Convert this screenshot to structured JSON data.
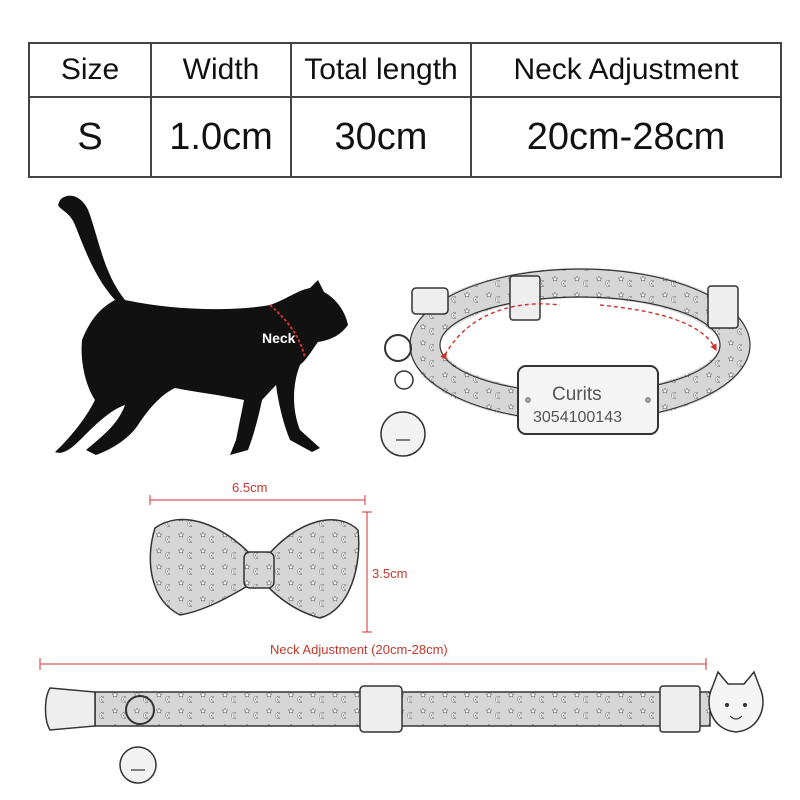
{
  "table": {
    "headers": [
      "Size",
      "Width",
      "Total length",
      "Neck Adjustment"
    ],
    "values": [
      "S",
      "1.0cm",
      "30cm",
      "20cm-28cm"
    ]
  },
  "cat": {
    "neck_label": "Neck"
  },
  "tag": {
    "name": "Curits",
    "number": "3054100143"
  },
  "bowtie": {
    "width_label": "6.5cm",
    "height_label": "3.5cm"
  },
  "strap": {
    "adjust_label": "Neck Adjustment (20cm-28cm)"
  },
  "colors": {
    "accent": "#d0312d",
    "line": "#222222",
    "cat": "#111111"
  }
}
